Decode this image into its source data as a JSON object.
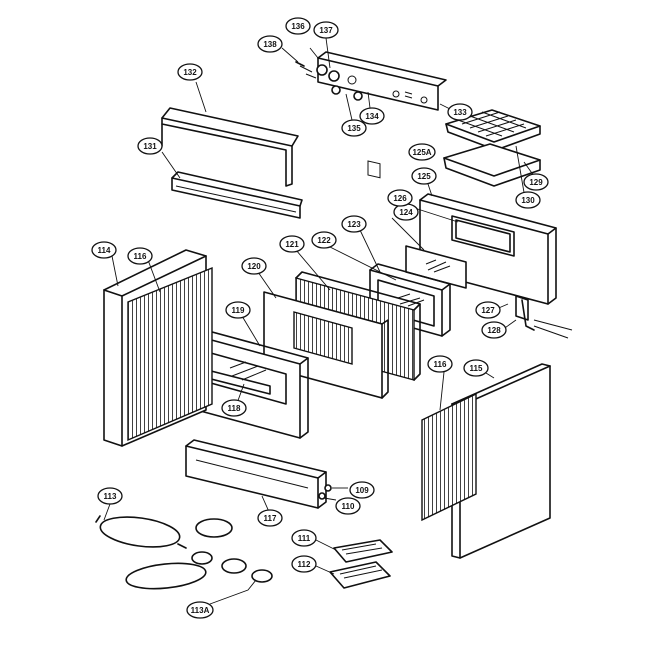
{
  "callouts": [
    {
      "id": "c109",
      "label": "109"
    },
    {
      "id": "c110",
      "label": "110"
    },
    {
      "id": "c111",
      "label": "111"
    },
    {
      "id": "c112",
      "label": "112"
    },
    {
      "id": "c113",
      "label": "113"
    },
    {
      "id": "c113a",
      "label": "113A"
    },
    {
      "id": "c114",
      "label": "114"
    },
    {
      "id": "c115",
      "label": "115"
    },
    {
      "id": "c116a",
      "label": "116"
    },
    {
      "id": "c116b",
      "label": "116"
    },
    {
      "id": "c117",
      "label": "117"
    },
    {
      "id": "c118",
      "label": "118"
    },
    {
      "id": "c119",
      "label": "119"
    },
    {
      "id": "c120",
      "label": "120"
    },
    {
      "id": "c121",
      "label": "121"
    },
    {
      "id": "c122",
      "label": "122"
    },
    {
      "id": "c123",
      "label": "123"
    },
    {
      "id": "c124",
      "label": "124"
    },
    {
      "id": "c125",
      "label": "125"
    },
    {
      "id": "c125a",
      "label": "125A"
    },
    {
      "id": "c126",
      "label": "126"
    },
    {
      "id": "c127",
      "label": "127"
    },
    {
      "id": "c128",
      "label": "128"
    },
    {
      "id": "c129",
      "label": "129"
    },
    {
      "id": "c130",
      "label": "130"
    },
    {
      "id": "c131",
      "label": "131"
    },
    {
      "id": "c132",
      "label": "132"
    },
    {
      "id": "c133",
      "label": "133"
    },
    {
      "id": "c134",
      "label": "134"
    },
    {
      "id": "c135",
      "label": "135"
    },
    {
      "id": "c136",
      "label": "136"
    },
    {
      "id": "c137",
      "label": "137"
    },
    {
      "id": "c138",
      "label": "138"
    }
  ]
}
